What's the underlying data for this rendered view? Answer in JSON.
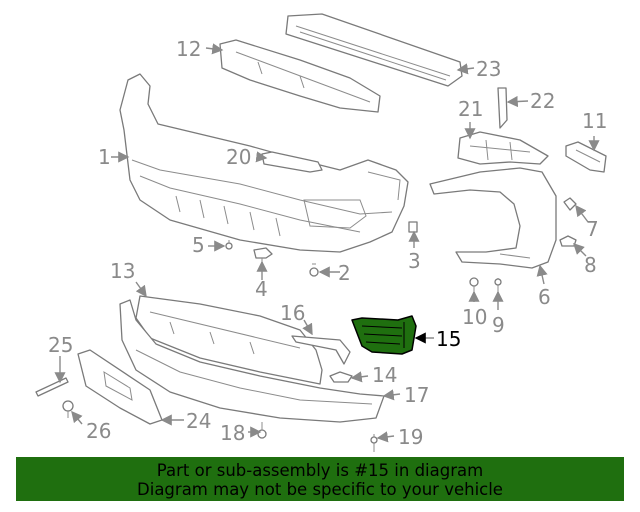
{
  "callouts": {
    "c1": "1",
    "c2": "2",
    "c3": "3",
    "c4": "4",
    "c5": "5",
    "c6": "6",
    "c7": "7",
    "c8": "8",
    "c9": "9",
    "c10": "10",
    "c11": "11",
    "c12": "12",
    "c13": "13",
    "c14": "14",
    "c15": "15",
    "c16": "16",
    "c17": "17",
    "c18": "18",
    "c19": "19",
    "c20": "20",
    "c21": "21",
    "c22": "22",
    "c23": "23",
    "c24": "24",
    "c25": "25",
    "c26": "26"
  },
  "highlighted_part": "15",
  "colors": {
    "highlight": "#1f6f0f",
    "banner": "#1f6f0f",
    "line": "#7a7a7a",
    "label": "#8a8a8a"
  },
  "banner": {
    "line1": "Part or sub-assembly is #15 in diagram",
    "line2": "Diagram may not be specific to your vehicle"
  }
}
